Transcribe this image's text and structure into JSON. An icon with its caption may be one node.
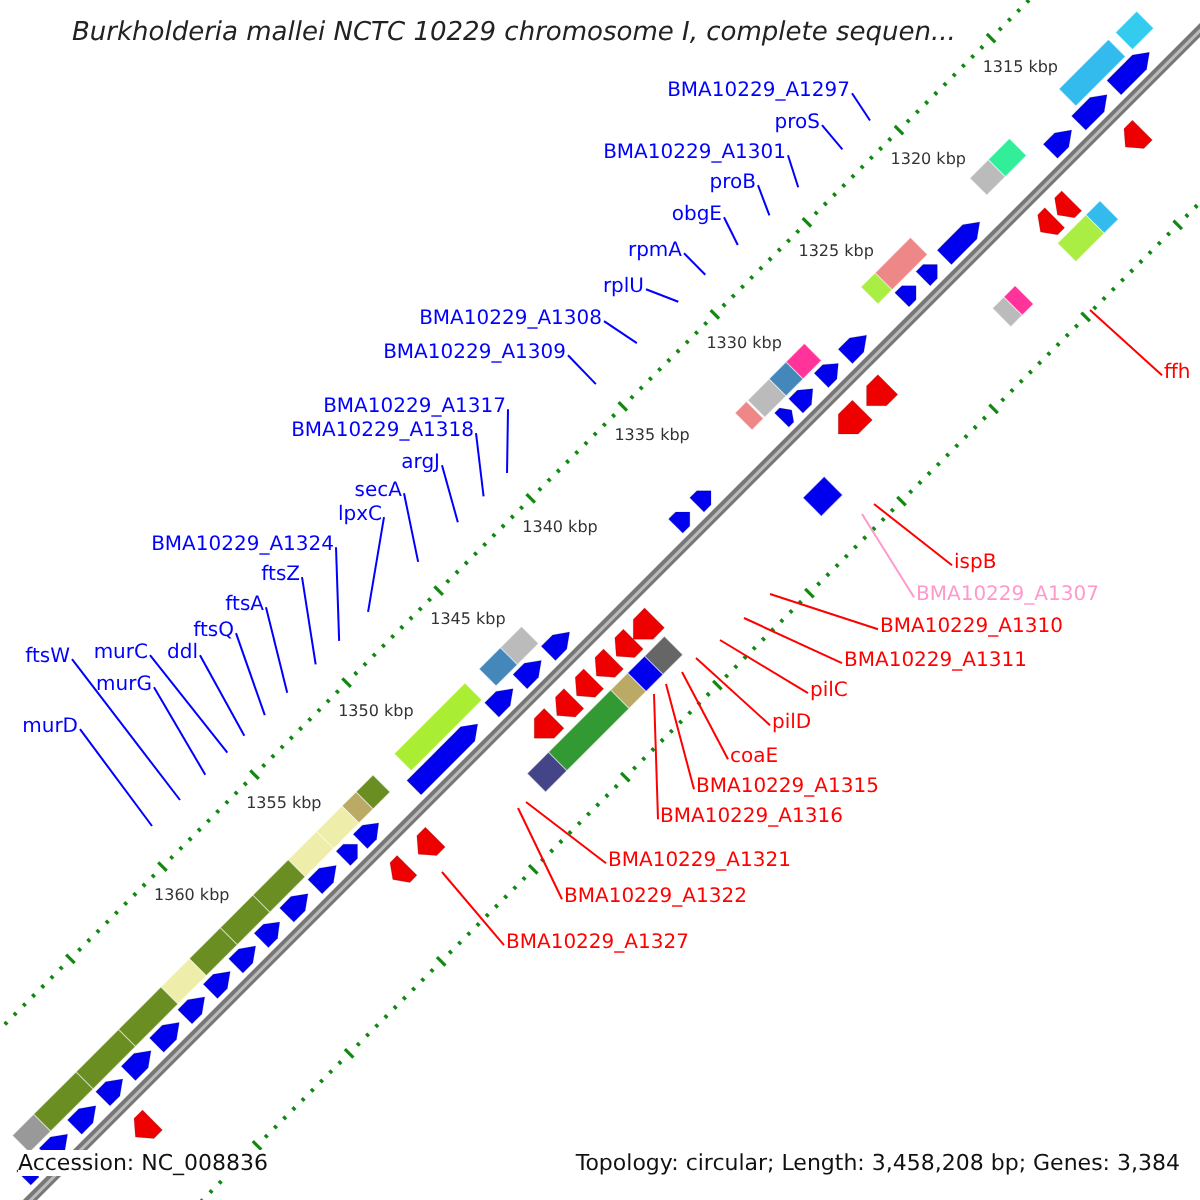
{
  "diagram": {
    "title": "Burkholderia mallei NCTC 10229 chromosome I, complete sequen...",
    "nodes": [
      {
        "text": [
          "BMA10229_A1297"
        ]
      },
      {
        "text": [
          "proS"
        ]
      },
      {
        "text": [
          "BMA10229_A1301"
        ]
      },
      {
        "text": [
          "proB"
        ]
      },
      {
        "text": [
          "obgE"
        ]
      },
      {
        "text": [
          "rpmA"
        ]
      },
      {
        "text": [
          "rplU"
        ]
      },
      {
        "text": [
          "BMA10229_A1308"
        ]
      },
      {
        "text": [
          "BMA10229_A1309"
        ]
      },
      {
        "text": [
          "ffh"
        ]
      },
      {
        "text": [
          "BMA10229_A1317"
        ]
      },
      {
        "text": [
          "BMA10229_A1318"
        ]
      },
      {
        "text": [
          "argJ"
        ]
      },
      {
        "text": [
          "secA"
        ]
      },
      {
        "text": [
          "lpxC"
        ]
      },
      {
        "text": [
          "BMA10229_A1324"
        ]
      },
      {
        "text": [
          "ispB"
        ]
      },
      {
        "text": [
          "ftsZ"
        ]
      },
      {
        "text": [
          "BMA10229_A1307"
        ]
      },
      {
        "text": [
          "ftsA"
        ]
      },
      {
        "text": [
          "BMA10229_A1310"
        ]
      },
      {
        "text": [
          "ftsQ"
        ]
      },
      {
        "text": [
          "ftsW"
        ]
      },
      {
        "text": [
          "murC"
        ]
      },
      {
        "text": [
          "ddl"
        ]
      },
      {
        "text": [
          "BMA10229_A1311"
        ]
      },
      {
        "text": [
          "murG"
        ]
      },
      {
        "text": [
          "pilC"
        ]
      },
      {
        "text": [
          "pilD"
        ]
      },
      {
        "text": [
          "murD"
        ]
      },
      {
        "text": [
          "coaE"
        ]
      },
      {
        "text": [
          "BMA10229_A1315"
        ]
      },
      {
        "text": [
          "BMA10229_A1316"
        ]
      },
      {
        "text": [
          "BMA10229_A1321"
        ]
      },
      {
        "text": [
          "BMA10229_A1322"
        ]
      },
      {
        "text": [
          "BMA10229_A1327"
        ]
      }
    ],
    "edges": [
      {
        "from": 0,
        "to": null,
        "arrow": "none"
      },
      {
        "from": 1,
        "to": null,
        "arrow": "none"
      },
      {
        "from": 2,
        "to": null,
        "arrow": "none"
      },
      {
        "from": 3,
        "to": null,
        "arrow": "none"
      },
      {
        "from": 4,
        "to": null,
        "arrow": "none"
      },
      {
        "from": 5,
        "to": null,
        "arrow": "none"
      },
      {
        "from": 6,
        "to": null,
        "arrow": "none"
      },
      {
        "from": 7,
        "to": null,
        "arrow": "none"
      },
      {
        "from": 8,
        "to": null,
        "arrow": "none"
      },
      {
        "from": 9,
        "to": null,
        "arrow": "none",
        "color": "#ff0000"
      },
      {
        "from": 10,
        "to": null,
        "arrow": "none"
      },
      {
        "from": 11,
        "to": null,
        "arrow": "none"
      },
      {
        "from": 12,
        "to": null,
        "arrow": "none"
      },
      {
        "from": 13,
        "to": null,
        "arrow": "none"
      },
      {
        "from": 14,
        "to": null,
        "arrow": "none"
      },
      {
        "from": 15,
        "to": null,
        "arrow": "none"
      },
      {
        "from": 16,
        "to": null,
        "arrow": "none",
        "color": "#ff0000"
      },
      {
        "from": 17,
        "to": null,
        "arrow": "none"
      },
      {
        "from": 18,
        "to": null,
        "arrow": "none",
        "color": "#ff99cc"
      },
      {
        "from": 19,
        "to": null,
        "arrow": "none"
      },
      {
        "from": 20,
        "to": null,
        "arrow": "none",
        "color": "#ff0000"
      },
      {
        "from": 21,
        "to": null,
        "arrow": "none"
      },
      {
        "from": 22,
        "to": null,
        "arrow": "none"
      },
      {
        "from": 23,
        "to": null,
        "arrow": "none"
      },
      {
        "from": 24,
        "to": null,
        "arrow": "none"
      },
      {
        "from": 25,
        "to": null,
        "arrow": "none",
        "color": "#ff0000"
      },
      {
        "from": 26,
        "to": null,
        "arrow": "none"
      },
      {
        "from": 27,
        "to": null,
        "arrow": "none",
        "color": "#ff0000"
      },
      {
        "from": 28,
        "to": null,
        "arrow": "none",
        "color": "#ff0000"
      },
      {
        "from": 29,
        "to": null,
        "arrow": "none"
      },
      {
        "from": 30,
        "to": null,
        "arrow": "none",
        "color": "#ff0000"
      },
      {
        "from": 31,
        "to": null,
        "arrow": "none",
        "color": "#ff0000"
      },
      {
        "from": 32,
        "to": null,
        "arrow": "none",
        "color": "#ff0000"
      },
      {
        "from": 33,
        "to": null,
        "arrow": "none",
        "color": "#ff0000"
      },
      {
        "from": 34,
        "to": null,
        "arrow": "none",
        "color": "#ff0000"
      },
      {
        "from": 35,
        "to": null,
        "arrow": "none",
        "color": "#ff0000"
      }
    ],
    "labels": [
      "1315 kbp",
      "1320 kbp",
      "1325 kbp",
      "1330 kbp",
      "1335 kbp",
      "1340 kbp",
      "1345 kbp",
      "1350 kbp",
      "1355 kbp",
      "1360 kbp",
      "Accession: NC_008836",
      "Topology: circular; Length: 3,458,208 bp; Genes: 3,384"
    ]
  }
}
